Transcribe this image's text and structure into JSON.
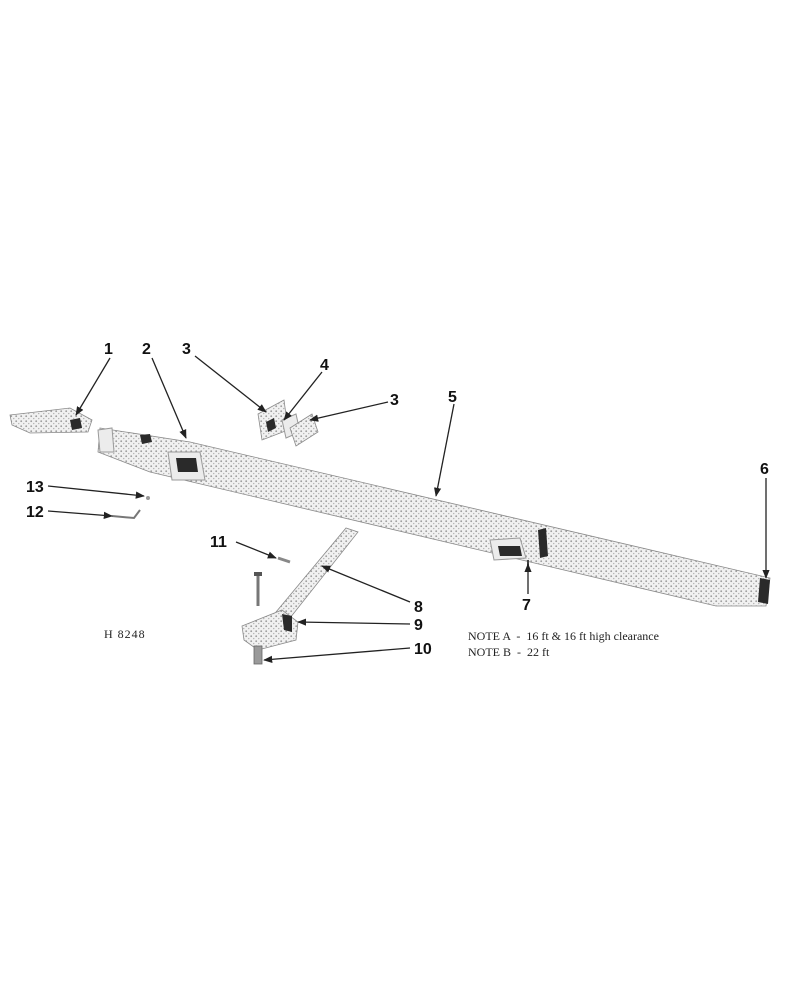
{
  "figure_ref": "H 8248",
  "callouts": {
    "c1": "1",
    "c2": "2",
    "c3a": "3",
    "c3b": "3",
    "c4": "4",
    "c5": "5",
    "c6": "6",
    "c7": "7",
    "c8": "8",
    "c9": "9",
    "c10": "10",
    "c11": "11",
    "c12": "12",
    "c13": "13"
  },
  "notes": {
    "a": "NOTE A  -  16 ft & 16 ft high clearance",
    "b": "NOTE B  -  22 ft"
  }
}
